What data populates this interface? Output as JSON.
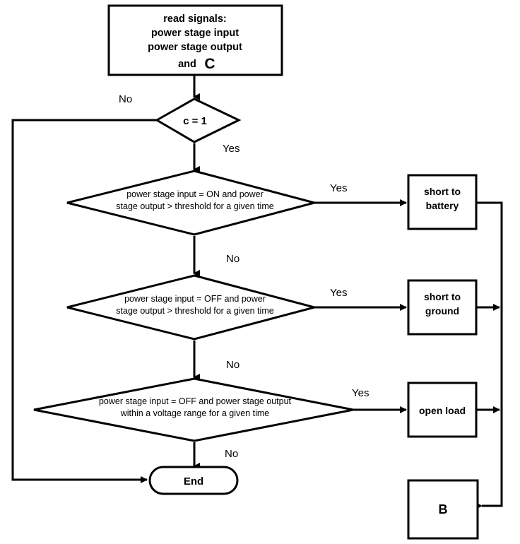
{
  "diagram": {
    "title": "power stage diagnosis flowchart",
    "background_color": "#ffffff",
    "line_color": "#000000",
    "text_color": "#000000"
  },
  "nodes": {
    "read_signals": {
      "type": "process",
      "line1": "read signals:",
      "line2": "power stage input",
      "line3": "power stage output",
      "line4_prefix": "and ",
      "line4_symbol": "C"
    },
    "decision_c": {
      "type": "decision",
      "label": "c = 1"
    },
    "decision_short_battery": {
      "type": "decision",
      "line1": "power stage input = ON and power",
      "line2": "stage output > threshold for a given time"
    },
    "decision_short_ground": {
      "type": "decision",
      "line1": "power stage input = OFF and power",
      "line2": "stage output > threshold for a given time"
    },
    "decision_open_load": {
      "type": "decision",
      "line1": "power stage input = OFF and power stage output",
      "line2": "within a voltage range for a given time"
    },
    "short_to_battery": {
      "type": "process",
      "line1": "short to",
      "line2": "battery"
    },
    "short_to_ground": {
      "type": "process",
      "line1": "short to",
      "line2": "ground"
    },
    "open_load": {
      "type": "process",
      "line1": "open load"
    },
    "connector_b": {
      "type": "process",
      "label": "B"
    },
    "end": {
      "type": "terminal",
      "label": "End"
    }
  },
  "edge_labels": {
    "c_no": "No",
    "c_yes": "Yes",
    "battery_yes": "Yes",
    "battery_no": "No",
    "ground_yes": "Yes",
    "ground_no": "No",
    "openload_yes": "Yes",
    "openload_no": "No"
  }
}
